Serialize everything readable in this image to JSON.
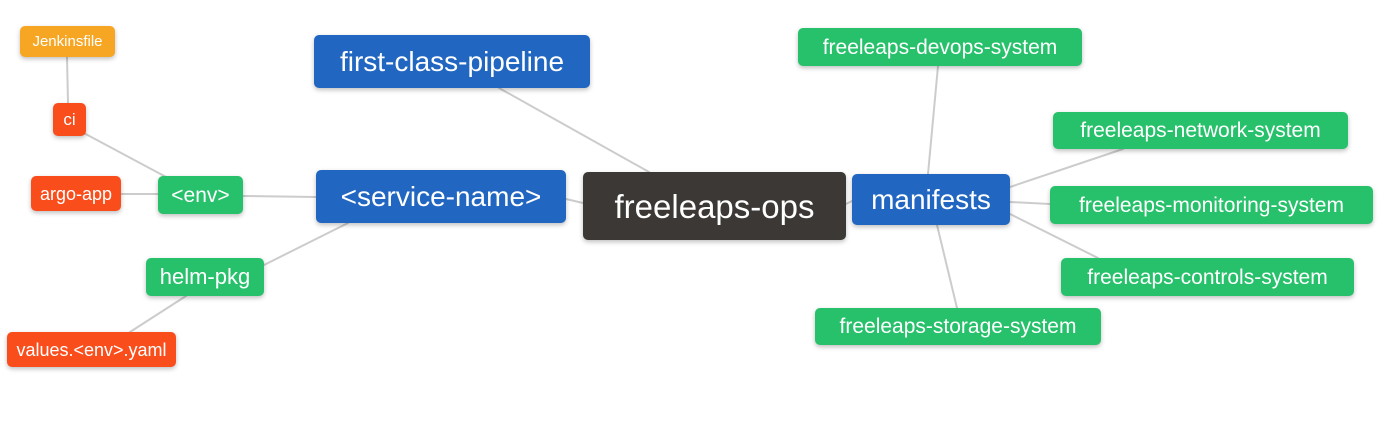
{
  "diagram": {
    "type": "mindmap",
    "root_id": "freeleaps-ops",
    "colors": {
      "amber": "#F7A623",
      "red": "#F94D1C",
      "green": "#27C16B",
      "blue": "#2166C0",
      "dark": "#3B3835",
      "edge": "#CCCCCC",
      "text": "#FFFFFF",
      "background": "#FFFFFF"
    },
    "nodes": [
      {
        "id": "jenkinsfile",
        "label": "Jenkinsfile",
        "color": "amber"
      },
      {
        "id": "ci",
        "label": "ci",
        "color": "red"
      },
      {
        "id": "argo-app",
        "label": "argo-app",
        "color": "red"
      },
      {
        "id": "env",
        "label": "<env>",
        "color": "green"
      },
      {
        "id": "helm-pkg",
        "label": "helm-pkg",
        "color": "green"
      },
      {
        "id": "values-env-yaml",
        "label": "values.<env>.yaml",
        "color": "red"
      },
      {
        "id": "first-class-pipeline",
        "label": "first-class-pipeline",
        "color": "blue"
      },
      {
        "id": "service-name",
        "label": "<service-name>",
        "color": "blue"
      },
      {
        "id": "freeleaps-ops",
        "label": "freeleaps-ops",
        "color": "dark"
      },
      {
        "id": "manifests",
        "label": "manifests",
        "color": "blue"
      },
      {
        "id": "freeleaps-devops-system",
        "label": "freeleaps-devops-system",
        "color": "green"
      },
      {
        "id": "freeleaps-network-system",
        "label": "freeleaps-network-system",
        "color": "green"
      },
      {
        "id": "freeleaps-monitoring-system",
        "label": "freeleaps-monitoring-system",
        "color": "green"
      },
      {
        "id": "freeleaps-controls-system",
        "label": "freeleaps-controls-system",
        "color": "green"
      },
      {
        "id": "freeleaps-storage-system",
        "label": "freeleaps-storage-system",
        "color": "green"
      }
    ],
    "edges": [
      {
        "from": "ci",
        "to": "jenkinsfile"
      },
      {
        "from": "env",
        "to": "ci"
      },
      {
        "from": "env",
        "to": "argo-app"
      },
      {
        "from": "service-name",
        "to": "env"
      },
      {
        "from": "service-name",
        "to": "helm-pkg"
      },
      {
        "from": "helm-pkg",
        "to": "values-env-yaml"
      },
      {
        "from": "freeleaps-ops",
        "to": "first-class-pipeline"
      },
      {
        "from": "freeleaps-ops",
        "to": "service-name"
      },
      {
        "from": "freeleaps-ops",
        "to": "manifests"
      },
      {
        "from": "manifests",
        "to": "freeleaps-devops-system"
      },
      {
        "from": "manifests",
        "to": "freeleaps-network-system"
      },
      {
        "from": "manifests",
        "to": "freeleaps-monitoring-system"
      },
      {
        "from": "manifests",
        "to": "freeleaps-controls-system"
      },
      {
        "from": "manifests",
        "to": "freeleaps-storage-system"
      }
    ]
  }
}
